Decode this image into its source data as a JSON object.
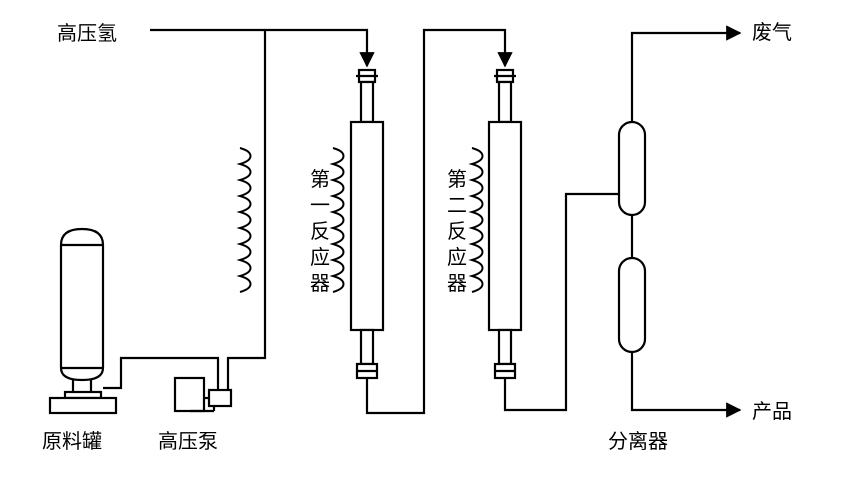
{
  "labels": {
    "hydrogen": "高压氢",
    "feed_tank": "原料罐",
    "pump": "高压泵",
    "reactor1": [
      "第",
      "一",
      "反",
      "应",
      "器"
    ],
    "reactor2": [
      "第",
      "二",
      "反",
      "应",
      "器"
    ],
    "separator": "分离器",
    "waste_gas": "废气",
    "product": "产品"
  },
  "colors": {
    "line": "#000000",
    "background": "#ffffff"
  }
}
